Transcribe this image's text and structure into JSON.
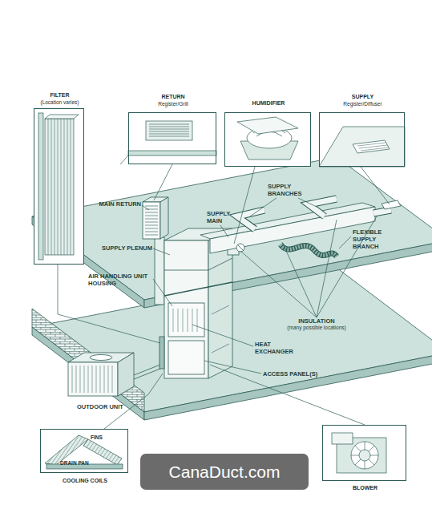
{
  "diagram": {
    "nodes": [
      {
        "text": [
          "FILTER",
          "(Location varies)"
        ]
      },
      {
        "text": [
          "RETURN",
          "Register/Grill"
        ]
      },
      {
        "text": [
          "HUMIDIFIER"
        ]
      },
      {
        "text": [
          "SUPPLY",
          "Register/Diffuser"
        ]
      },
      {
        "text": [
          "FINS",
          "DRAIN PAN",
          "COOLING COILS"
        ]
      },
      {
        "text": [
          "CanaDuct.com"
        ]
      },
      {
        "text": [
          "BLOWER"
        ]
      }
    ],
    "labels": [
      "MAIN RETURN",
      "SUPPLY MAIN",
      "SUPPLY BRANCHES",
      "SUPPLY PLENUM",
      "FLEXIBLE SUPPLY BRANCH",
      "AIR HANDLING UNIT HOUSING",
      "INSULATION",
      "(many possible locations)",
      "HEAT EXCHANGER",
      "ACCESS PANEL(S)",
      "OUTDOOR UNIT"
    ]
  }
}
